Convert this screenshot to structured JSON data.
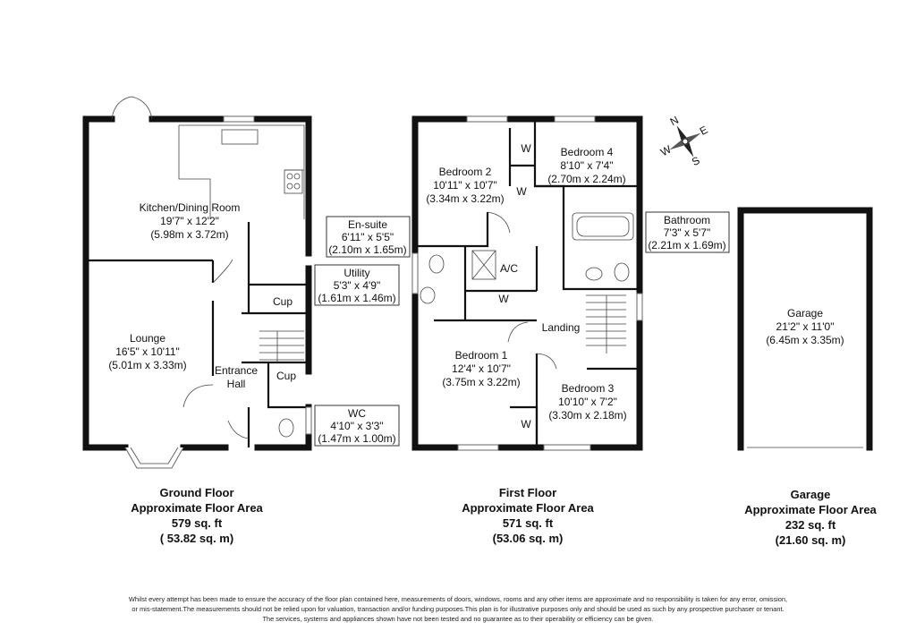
{
  "rooms": {
    "kitchen": {
      "name": "Kitchen/Dining Room",
      "imperial": "19'7\" x 12'2\"",
      "metric": "(5.98m x 3.72m)"
    },
    "lounge": {
      "name": "Lounge",
      "imperial": "16'5\" x 10'11\"",
      "metric": "(5.01m x 3.33m)"
    },
    "entrance": {
      "line1": "Entrance",
      "line2": "Hall"
    },
    "cup1": "Cup",
    "cup2": "Cup",
    "ensuite": {
      "name": "En-suite",
      "imperial": "6'11\" x 5'5\"",
      "metric": "(2.10m x 1.65m)"
    },
    "utility": {
      "name": "Utility",
      "imperial": "5'3\" x 4'9\"",
      "metric": "(1.61m x 1.46m)"
    },
    "wc": {
      "name": "WC",
      "imperial": "4'10\" x 3'3\"",
      "metric": "(1.47m x 1.00m)"
    },
    "bedroom2": {
      "name": "Bedroom 2",
      "imperial": "10'11\" x 10'7\"",
      "metric": "(3.34m x 3.22m)"
    },
    "bedroom4": {
      "name": "Bedroom 4",
      "imperial": "8'10\" x 7'4\"",
      "metric": "(2.70m x 2.24m)"
    },
    "bathroom": {
      "name": "Bathroom",
      "imperial": "7'3\" x 5'7\"",
      "metric": "(2.21m x 1.69m)"
    },
    "ac": "A/C",
    "landing": "Landing",
    "bedroom1": {
      "name": "Bedroom 1",
      "imperial": "12'4\" x 10'7\"",
      "metric": "(3.75m x 3.22m)"
    },
    "bedroom3": {
      "name": "Bedroom 3",
      "imperial": "10'10\" x 7'2\"",
      "metric": "(3.30m x 2.18m)"
    },
    "garage": {
      "name": "Garage",
      "imperial": "21'2\" x 11'0\"",
      "metric": "(6.45m x 3.35m)"
    },
    "wardrobe": {
      "w1": "W",
      "w2": "W",
      "w3": "W",
      "w4": "W"
    }
  },
  "compass": {
    "n": "N",
    "e": "E",
    "s": "S",
    "w": "W"
  },
  "summaries": {
    "ground": {
      "title": "Ground Floor",
      "subtitle": "Approximate Floor Area",
      "sqft": "579 sq. ft",
      "sqm": "( 53.82 sq. m)"
    },
    "first": {
      "title": "First Floor",
      "subtitle": "Approximate Floor Area",
      "sqft": "571 sq. ft",
      "sqm": "(53.06 sq. m)"
    },
    "garage": {
      "title": "Garage",
      "subtitle": "Approximate Floor Area",
      "sqft": "232 sq. ft",
      "sqm": "(21.60 sq. m)"
    }
  },
  "disclaimer": {
    "line1": "Whilst every attempt has been made to ensure the accuracy of the floor plan contained here, measurements of doors, windows, rooms and any other items are approximate and no responsibility is taken for any error, omission,",
    "line2": "or mis-statement.The measurements should not be relied upon for valuation, transaction and/or funding purposes.This plan is for illustrative purposes only and should be used as such by any prospective purchaser or tenant.",
    "line3": "The services, systems and appliances shown have not been tested and no guarantee as to their operability or efficiency can be given."
  }
}
